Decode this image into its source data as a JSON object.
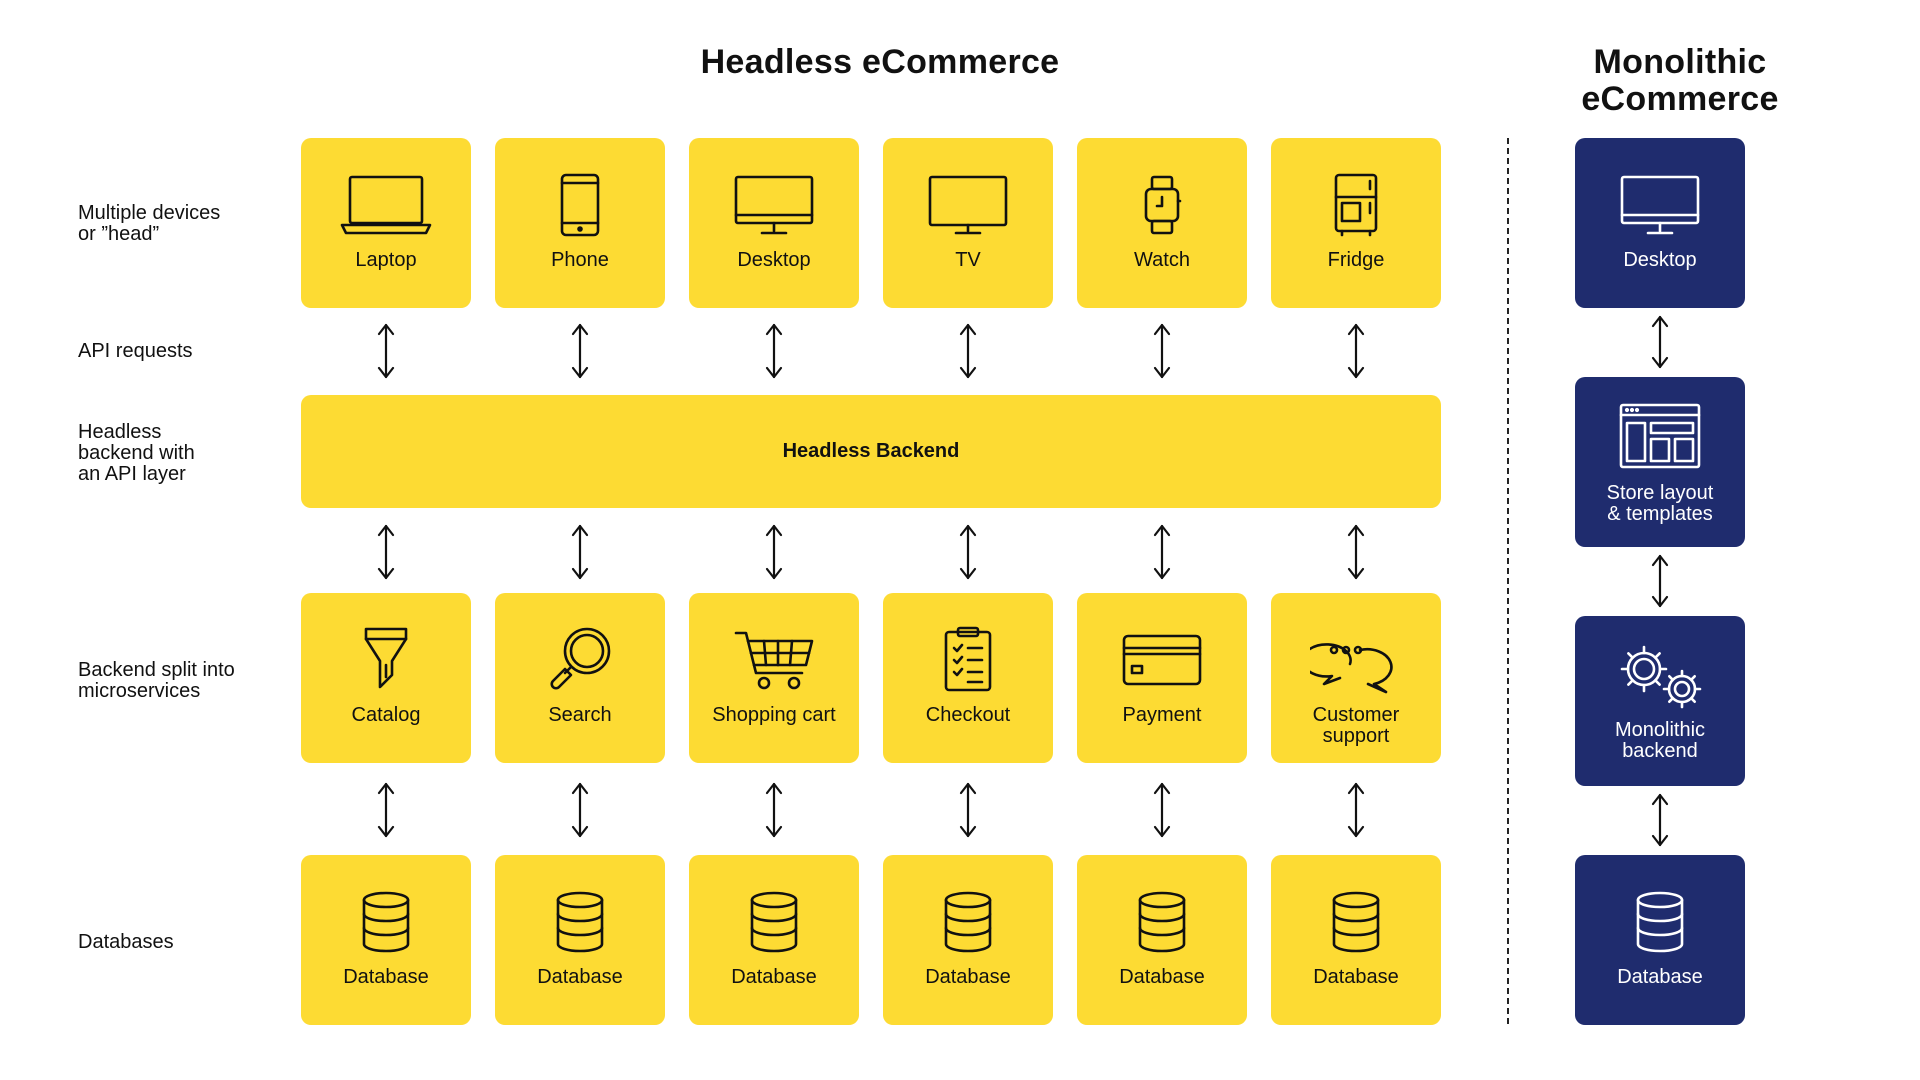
{
  "headless_title": "Headless eCommerce",
  "monolithic_title": "Monolithic\neCommerce",
  "row_labels": {
    "devices": "Multiple devices\nor ”head”",
    "api": "API requests",
    "backend": "Headless\nbackend with\nan API layer",
    "microservices": "Backend split into\nmicroservices",
    "databases": "Databases"
  },
  "devices": [
    {
      "label": "Laptop",
      "icon": "laptop-icon"
    },
    {
      "label": "Phone",
      "icon": "phone-icon"
    },
    {
      "label": "Desktop",
      "icon": "desktop-icon"
    },
    {
      "label": "TV",
      "icon": "tv-icon"
    },
    {
      "label": "Watch",
      "icon": "watch-icon"
    },
    {
      "label": "Fridge",
      "icon": "fridge-icon"
    }
  ],
  "headless_backend": "Headless Backend",
  "microservices": [
    {
      "label": "Catalog",
      "icon": "funnel-icon"
    },
    {
      "label": "Search",
      "icon": "magnifier-icon"
    },
    {
      "label": "Shopping cart",
      "icon": "cart-icon"
    },
    {
      "label": "Checkout",
      "icon": "checklist-icon"
    },
    {
      "label": "Payment",
      "icon": "credit-card-icon"
    },
    {
      "label": "Customer\nsupport",
      "icon": "chat-bubbles-icon"
    }
  ],
  "databases": [
    {
      "label": "Database",
      "icon": "database-icon"
    },
    {
      "label": "Database",
      "icon": "database-icon"
    },
    {
      "label": "Database",
      "icon": "database-icon"
    },
    {
      "label": "Database",
      "icon": "database-icon"
    },
    {
      "label": "Database",
      "icon": "database-icon"
    },
    {
      "label": "Database",
      "icon": "database-icon"
    }
  ],
  "monolithic": [
    {
      "label": "Desktop",
      "icon": "desktop-icon"
    },
    {
      "label": "Store layout\n& templates",
      "icon": "layout-icon"
    },
    {
      "label": "Monolithic\nbackend",
      "icon": "gears-icon"
    },
    {
      "label": "Database",
      "icon": "database-icon"
    }
  ],
  "colors": {
    "yellow": "#FDDB33",
    "navy": "#1F2C6E",
    "text": "#111111"
  }
}
